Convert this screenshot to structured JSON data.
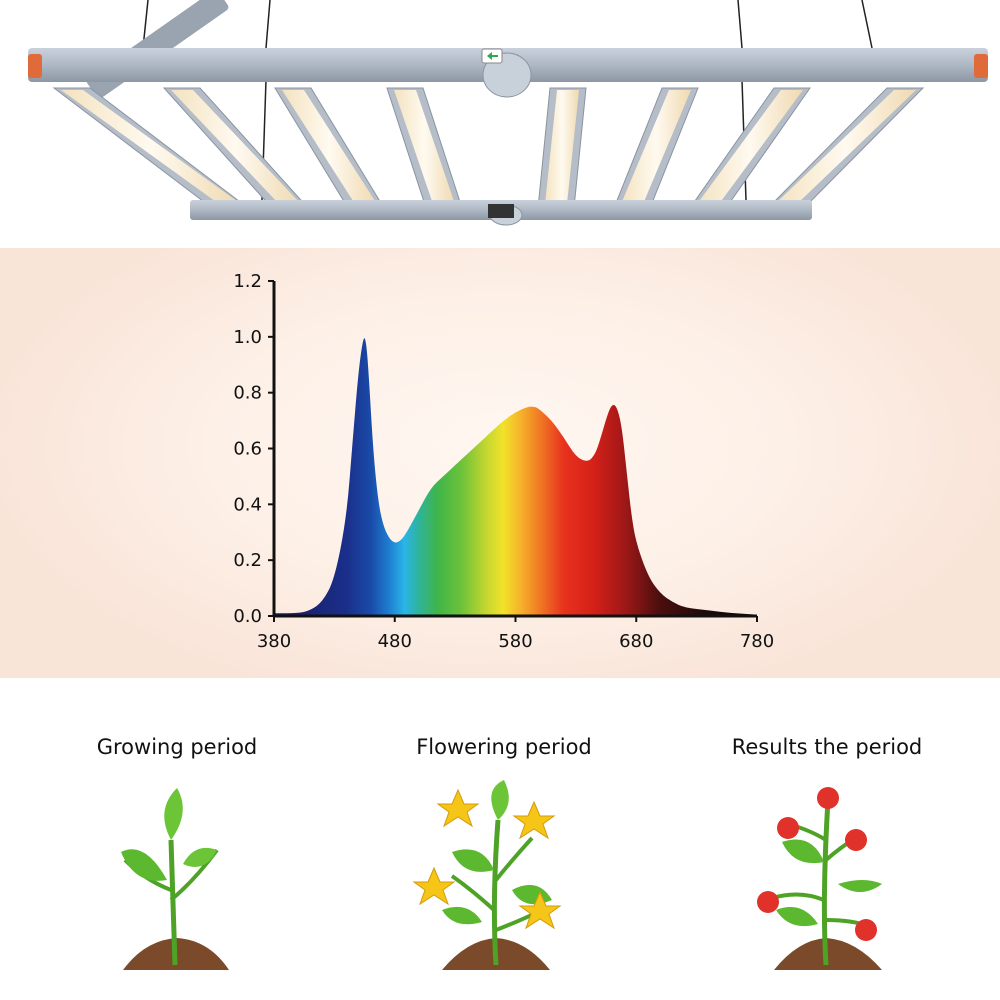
{
  "colors": {
    "band_bg": "#fdf0e7",
    "axis": "#111111",
    "leaf": "#5cb82e",
    "soil": "#7a4a2a",
    "flower": "#f5c518",
    "tomato": "#e0322a"
  },
  "chart_data": {
    "type": "area",
    "title": "",
    "xlabel": "",
    "ylabel": "",
    "xlim": [
      380,
      780
    ],
    "ylim": [
      0,
      1.2
    ],
    "x_ticks": [
      "380",
      "480",
      "580",
      "680",
      "780"
    ],
    "y_ticks": [
      "0.0",
      "0.2",
      "0.4",
      "0.6",
      "0.8",
      "1.0",
      "1.2"
    ],
    "grid": false,
    "series": [
      {
        "x": [
          380,
          400,
          410,
          420,
          430,
          440,
          445,
          450,
          454,
          456,
          458,
          462,
          466,
          470,
          475,
          480,
          485,
          490,
          500,
          510,
          520,
          530,
          540,
          550,
          560,
          570,
          580,
          590,
          596,
          600,
          610,
          620,
          630,
          640,
          646,
          650,
          656,
          660,
          664,
          668,
          672,
          676,
          680,
          690,
          700,
          710,
          720,
          740,
          760,
          780
        ],
        "values": [
          0.01,
          0.01,
          0.02,
          0.05,
          0.13,
          0.35,
          0.62,
          0.88,
          1.0,
          0.99,
          0.9,
          0.6,
          0.42,
          0.33,
          0.28,
          0.26,
          0.27,
          0.3,
          0.38,
          0.46,
          0.5,
          0.54,
          0.58,
          0.62,
          0.66,
          0.7,
          0.73,
          0.75,
          0.75,
          0.74,
          0.7,
          0.64,
          0.57,
          0.55,
          0.58,
          0.63,
          0.72,
          0.76,
          0.75,
          0.68,
          0.52,
          0.36,
          0.26,
          0.14,
          0.08,
          0.05,
          0.03,
          0.02,
          0.01,
          0.005
        ]
      }
    ],
    "annotations": []
  },
  "stages": [
    {
      "title": "Growing period",
      "icon": "seedling-icon"
    },
    {
      "title": "Flowering period",
      "icon": "flowering-plant-icon"
    },
    {
      "title": "Results the period",
      "icon": "tomato-plant-icon"
    }
  ]
}
